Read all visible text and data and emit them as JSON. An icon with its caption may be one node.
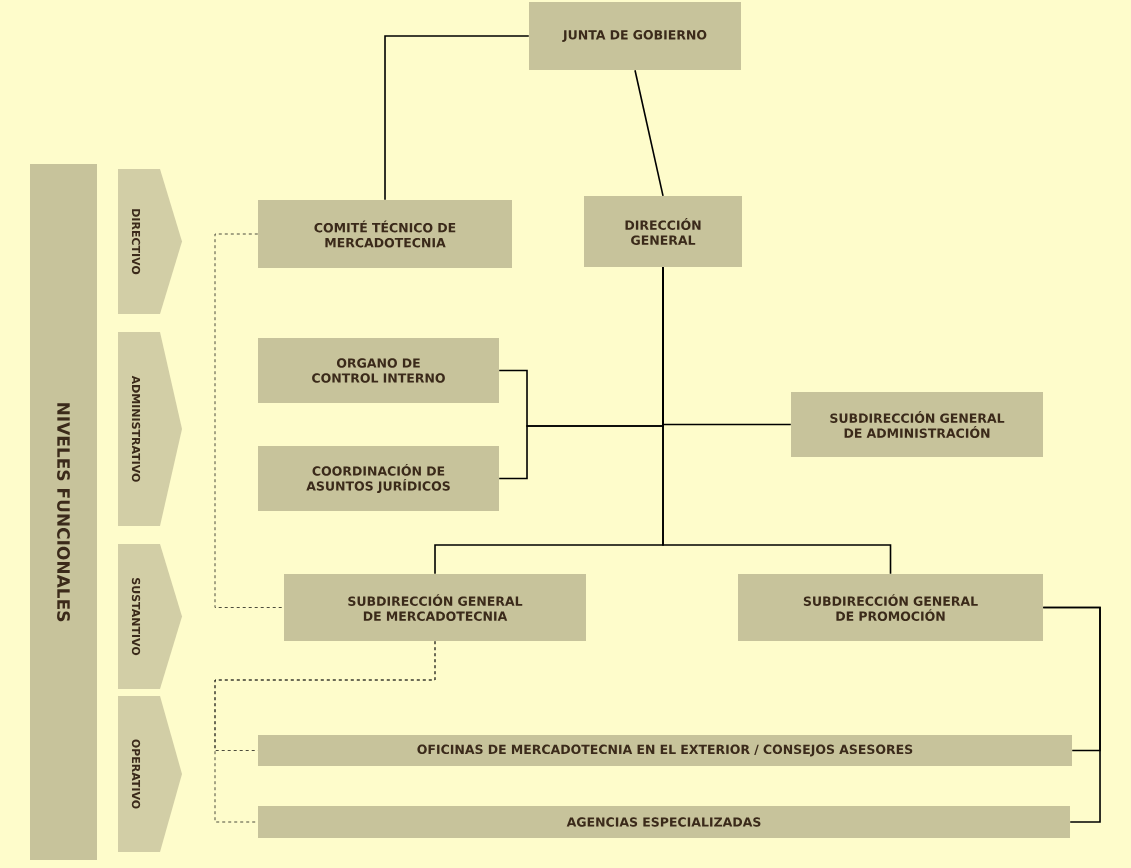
{
  "diagram": {
    "nodes": [
      {
        "text": [
          "NIVELES FUNCIONALES"
        ]
      },
      {
        "text": [
          "DIRECTIVO"
        ]
      },
      {
        "text": [
          "ADMINISTRATIVO"
        ]
      },
      {
        "text": [
          "SUSTANTIVO"
        ]
      },
      {
        "text": [
          "OPERATIVO"
        ]
      },
      {
        "text": [
          "JUNTA DE GOBIERNO"
        ]
      },
      {
        "text": [
          "COMITÉ TÉCNICO DE MERCADOTECNIA"
        ]
      },
      {
        "text": [
          "DIRECCIÓN GENERAL"
        ]
      },
      {
        "text": [
          "ORGANO DE CONTROL INTERNO"
        ]
      },
      {
        "text": [
          "COORDINACIÓN DE ASUNTOS JURÍDICOS"
        ]
      },
      {
        "text": [
          "SUBDIRECCIÓN GENERAL DE ADMINISTRACIÓN"
        ]
      },
      {
        "text": [
          "SUBDIRECCIÓN GENERAL DE MERCADOTECNIA"
        ]
      },
      {
        "text": [
          "SUBDIRECCIÓN GENERAL DE PROMOCIÓN"
        ]
      },
      {
        "text": [
          "OFICINAS DE MERCADOTECNIA EN EL EXTERIOR  /  CONSEJOS ASESORES"
        ]
      },
      {
        "text": [
          "AGENCIAS ESPECIALIZADAS"
        ]
      }
    ],
    "edges": [
      {
        "from": 5,
        "to": 6,
        "arrow": "none"
      },
      {
        "from": 5,
        "to": 7,
        "arrow": "none"
      },
      {
        "from": 8,
        "to": 7,
        "arrow": "none"
      },
      {
        "from": 9,
        "to": 7,
        "arrow": "none"
      },
      {
        "from": 7,
        "to": 10,
        "arrow": "none"
      },
      {
        "from": 7,
        "to": 11,
        "arrow": "none"
      },
      {
        "from": 7,
        "to": 12,
        "arrow": "none"
      },
      {
        "from": 12,
        "to": 13,
        "arrow": "none"
      },
      {
        "from": 12,
        "to": 14,
        "arrow": "none"
      },
      {
        "from": 6,
        "to": 11,
        "arrow": "none",
        "style": "dashed"
      },
      {
        "from": 11,
        "to": 13,
        "arrow": "none",
        "style": "dashed"
      },
      {
        "from": 11,
        "to": 14,
        "arrow": "none",
        "style": "dashed"
      }
    ]
  }
}
